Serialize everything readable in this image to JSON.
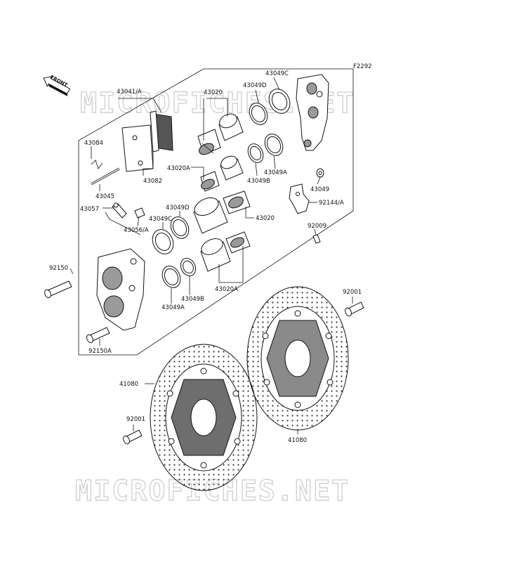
{
  "figure_code": "F2292",
  "front_label": "FRONT",
  "watermark": "MICROFICHES.NET",
  "callouts": {
    "p43041A": "43041/A",
    "p43020_top": "43020",
    "p43049D_top": "43049D",
    "p43049C_top": "43049C",
    "p43084": "43084",
    "p43082": "43082",
    "p43020A_top": "43020A",
    "p43049B_top": "43049B",
    "p43049A_top": "43049A",
    "p43045": "43045",
    "p43049": "43049",
    "p43057": "43057",
    "p43049D_mid": "43049D",
    "p92144A": "92144/A",
    "p43056A": "43056/A",
    "p43049C_mid": "43049C",
    "p43020_mid": "43020",
    "p92009": "92009",
    "p92150": "92150",
    "p43020A_mid": "43020A",
    "p43049B_mid": "43049B",
    "p43049A_mid": "43049A",
    "p92001_right": "92001",
    "p92150A": "92150A",
    "p41080_left": "41080",
    "p92001_left": "92001",
    "p41080_right": "41080"
  }
}
